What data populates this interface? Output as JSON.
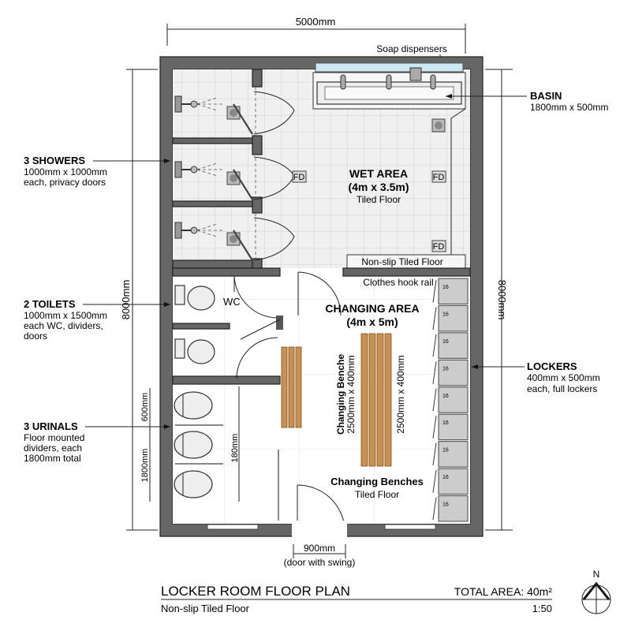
{
  "dimensions": {
    "top_width": "5000mm",
    "right_height": "8000mm",
    "left_height": "8000mm",
    "urinal_spacing": "600mm",
    "urinal_total": "1800mm",
    "urinal_inner": "180mm",
    "door_width": "900mm",
    "door_note": "(door with swing)"
  },
  "annotations": {
    "showers": {
      "title": "3 SHOWERS",
      "lines": [
        "1000mm x 1000mm",
        "each, privacy doors"
      ]
    },
    "toilets": {
      "title": "2 TOILETS",
      "lines": [
        "1000mm x 1500mm",
        "each WC, dividers,",
        "doors"
      ]
    },
    "urinals": {
      "title": "3 URINALS",
      "lines": [
        "Floor mounted",
        "dividers, each",
        "1800mm total"
      ]
    },
    "basin": {
      "title": "BASIN",
      "lines": [
        "1800mm x 500mm"
      ]
    },
    "lockers": {
      "title": "LOCKERS",
      "lines": [
        "400mm x 500mm",
        "each, full lockers"
      ]
    },
    "soap": "Soap dispensers"
  },
  "rooms": {
    "wet": {
      "title": "WET AREA",
      "size": "(4m x 3.5m)",
      "floor": "Tiled Floor",
      "nonslip": "Non-slip Tiled Floor",
      "drain": "FD"
    },
    "changing": {
      "title": "CHANGING AREA",
      "size": "(4m x 5m)",
      "rail": "Clothes hook rail",
      "bench1": "Changing Benche",
      "bench1_size": "2500mm x 400mm",
      "bench2_size": "2500mm x 400mm",
      "benches": "Changing Benches",
      "floor": "Tiled Floor"
    },
    "wc": "WC",
    "locker_numbers": [
      "16",
      "16",
      "16",
      "16",
      "16",
      "16",
      "16",
      "16",
      "16"
    ]
  },
  "title_block": {
    "title": "LOCKER ROOM FLOOR PLAN",
    "subtitle": "Non-slip Tiled Floor",
    "area": "TOTAL AREA: 40m²",
    "scale": "1:50",
    "north": "N"
  },
  "colors": {
    "wall": "#666666",
    "wood": "#c9904f",
    "mirror": "#cde8f2"
  }
}
